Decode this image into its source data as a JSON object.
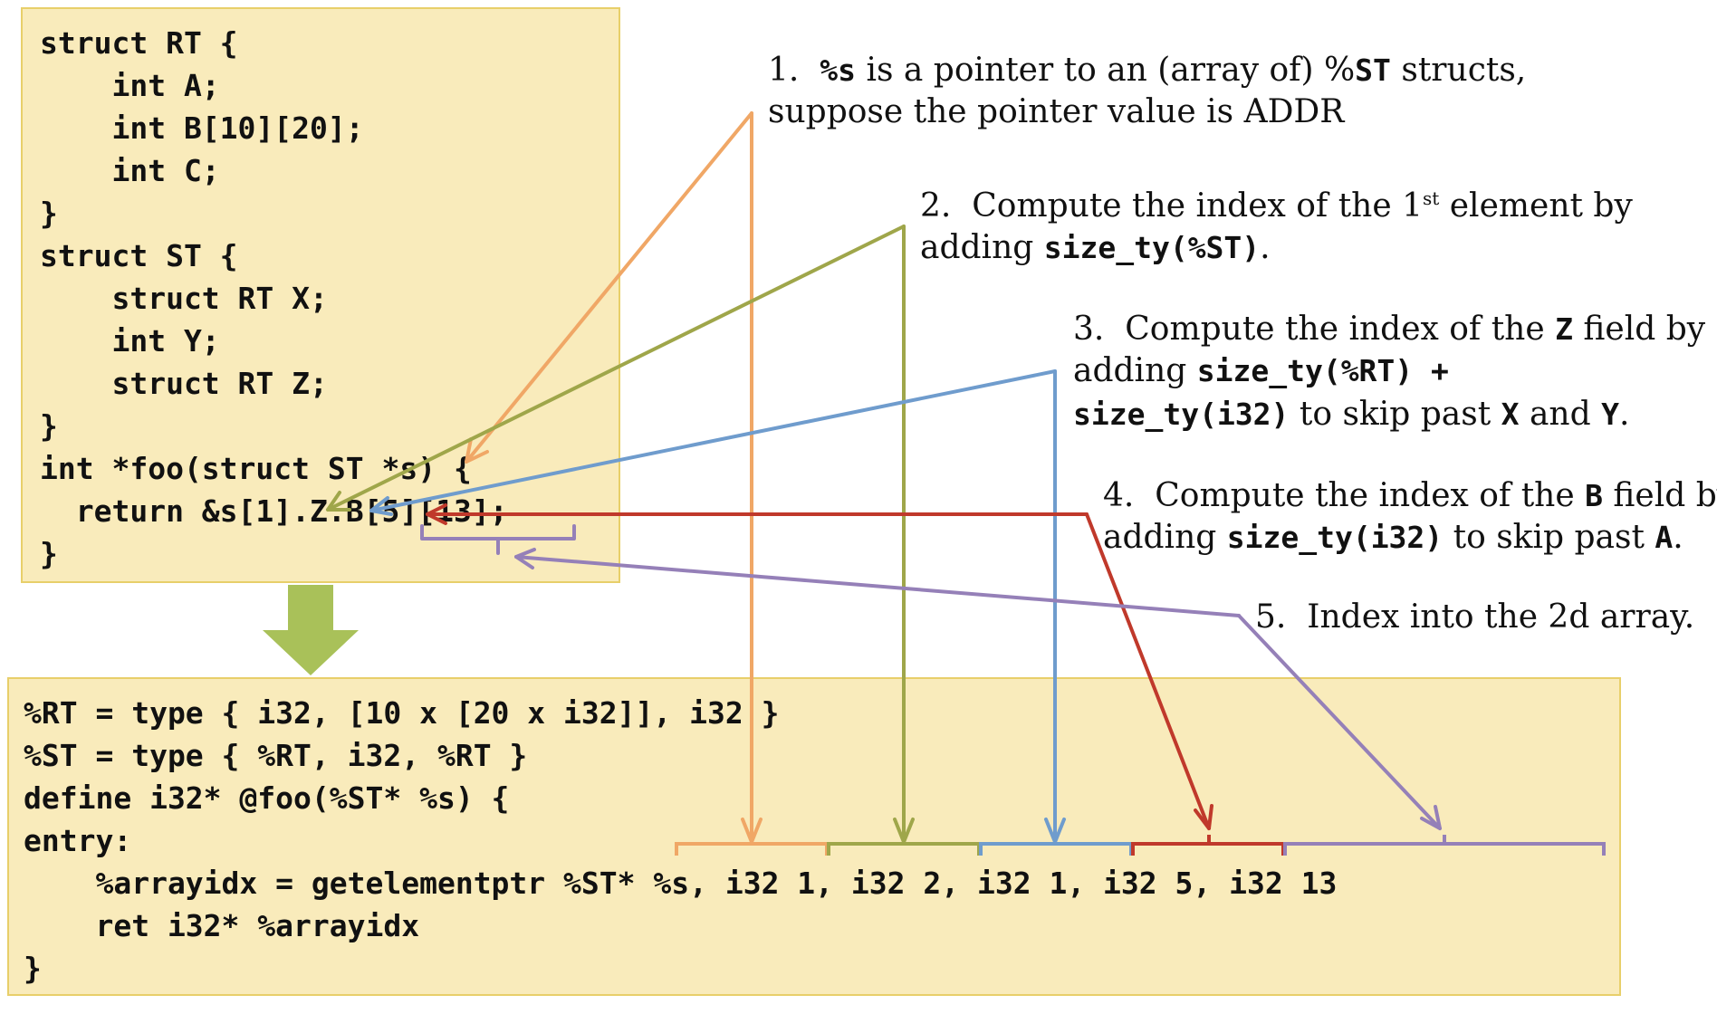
{
  "source_code": [
    "struct RT {",
    "    int A;",
    "    int B[10][20];",
    "    int C;",
    "}",
    "struct ST {",
    "    struct RT X;",
    "    int Y;",
    "    struct RT Z;",
    "}",
    "int *foo(struct ST *s) {",
    "  return &s[1].Z.B[5][13];",
    "}"
  ],
  "ir_code": [
    "%RT = type { i32, [10 x [20 x i32]], i32 }",
    "%ST = type { %RT, i32, %RT }",
    "define i32* @foo(%ST* %s) {",
    "entry:",
    "    %arrayidx = getelementptr %ST* %s, i32 1, i32 2, i32 1, i32 5, i32 13",
    "    ret i32* %arrayidx",
    "}"
  ],
  "annotations": {
    "a1": {
      "num": "1.",
      "code1": "%s",
      "t1": " is a pointer to an (array of) %",
      "code2": "ST",
      "t2": " structs,",
      "line2": "suppose the pointer value is ADDR"
    },
    "a2": {
      "num": "2.",
      "t1": "Compute the index of the 1",
      "sup": "st",
      "t2": " element by",
      "t3": "adding ",
      "code1": "size_ty(%ST)",
      "t4": "."
    },
    "a3": {
      "num": "3.",
      "t1": "Compute the index of the ",
      "code1": "Z",
      "t2": " field by",
      "t3": "adding ",
      "code2": "size_ty(%RT) +",
      "code3": "size_ty(i32)",
      "t4": " to skip past ",
      "code4": "X",
      "t5": " and ",
      "code5": "Y",
      "t6": "."
    },
    "a4": {
      "num": "4.",
      "t1": "Compute the index of the ",
      "code1": "B",
      "t2": " field by",
      "t3": "adding ",
      "code2": "size_ty(i32)",
      "t4": " to skip past ",
      "code3": "A",
      "t5": "."
    },
    "a5": {
      "num": "5.",
      "t1": "Index into the 2d array."
    }
  },
  "colors": {
    "box_fill": "#f9ebbb",
    "box_border": "#e8cf6a",
    "down_arrow": "#a9c159",
    "step1": "#f0a766",
    "step2": "#9fa64a",
    "step3": "#6f9ccd",
    "step4": "#c0392b",
    "step5": "#9580b8"
  }
}
